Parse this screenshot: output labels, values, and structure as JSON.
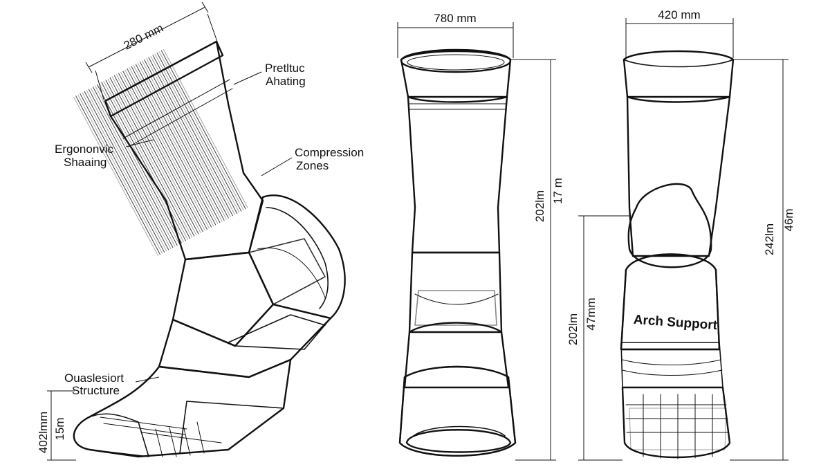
{
  "side_view": {
    "dim_top": "280 mm",
    "callout_1_line1": "Pretltuc",
    "callout_1_line2": "Ahating",
    "callout_2_line1": "Ergononvic",
    "callout_2_line2": "Shaaing",
    "callout_3_line1": "Compression",
    "callout_3_line2": "Zones",
    "callout_4_line1": "Ouaslesiort",
    "callout_4_line2": "Structure",
    "dim_left_1": "402lmm",
    "dim_left_2": "15m"
  },
  "front_view": {
    "dim_top": "780 mm",
    "dim_right_1": "202lm",
    "dim_right_2": "17 m"
  },
  "back_view": {
    "dim_top": "420 mm",
    "dim_left_1": "202lm",
    "dim_left_2": "47mm",
    "dim_right_1": "242lm",
    "dim_right_2": "46m",
    "arch_label": "Arch Support"
  }
}
